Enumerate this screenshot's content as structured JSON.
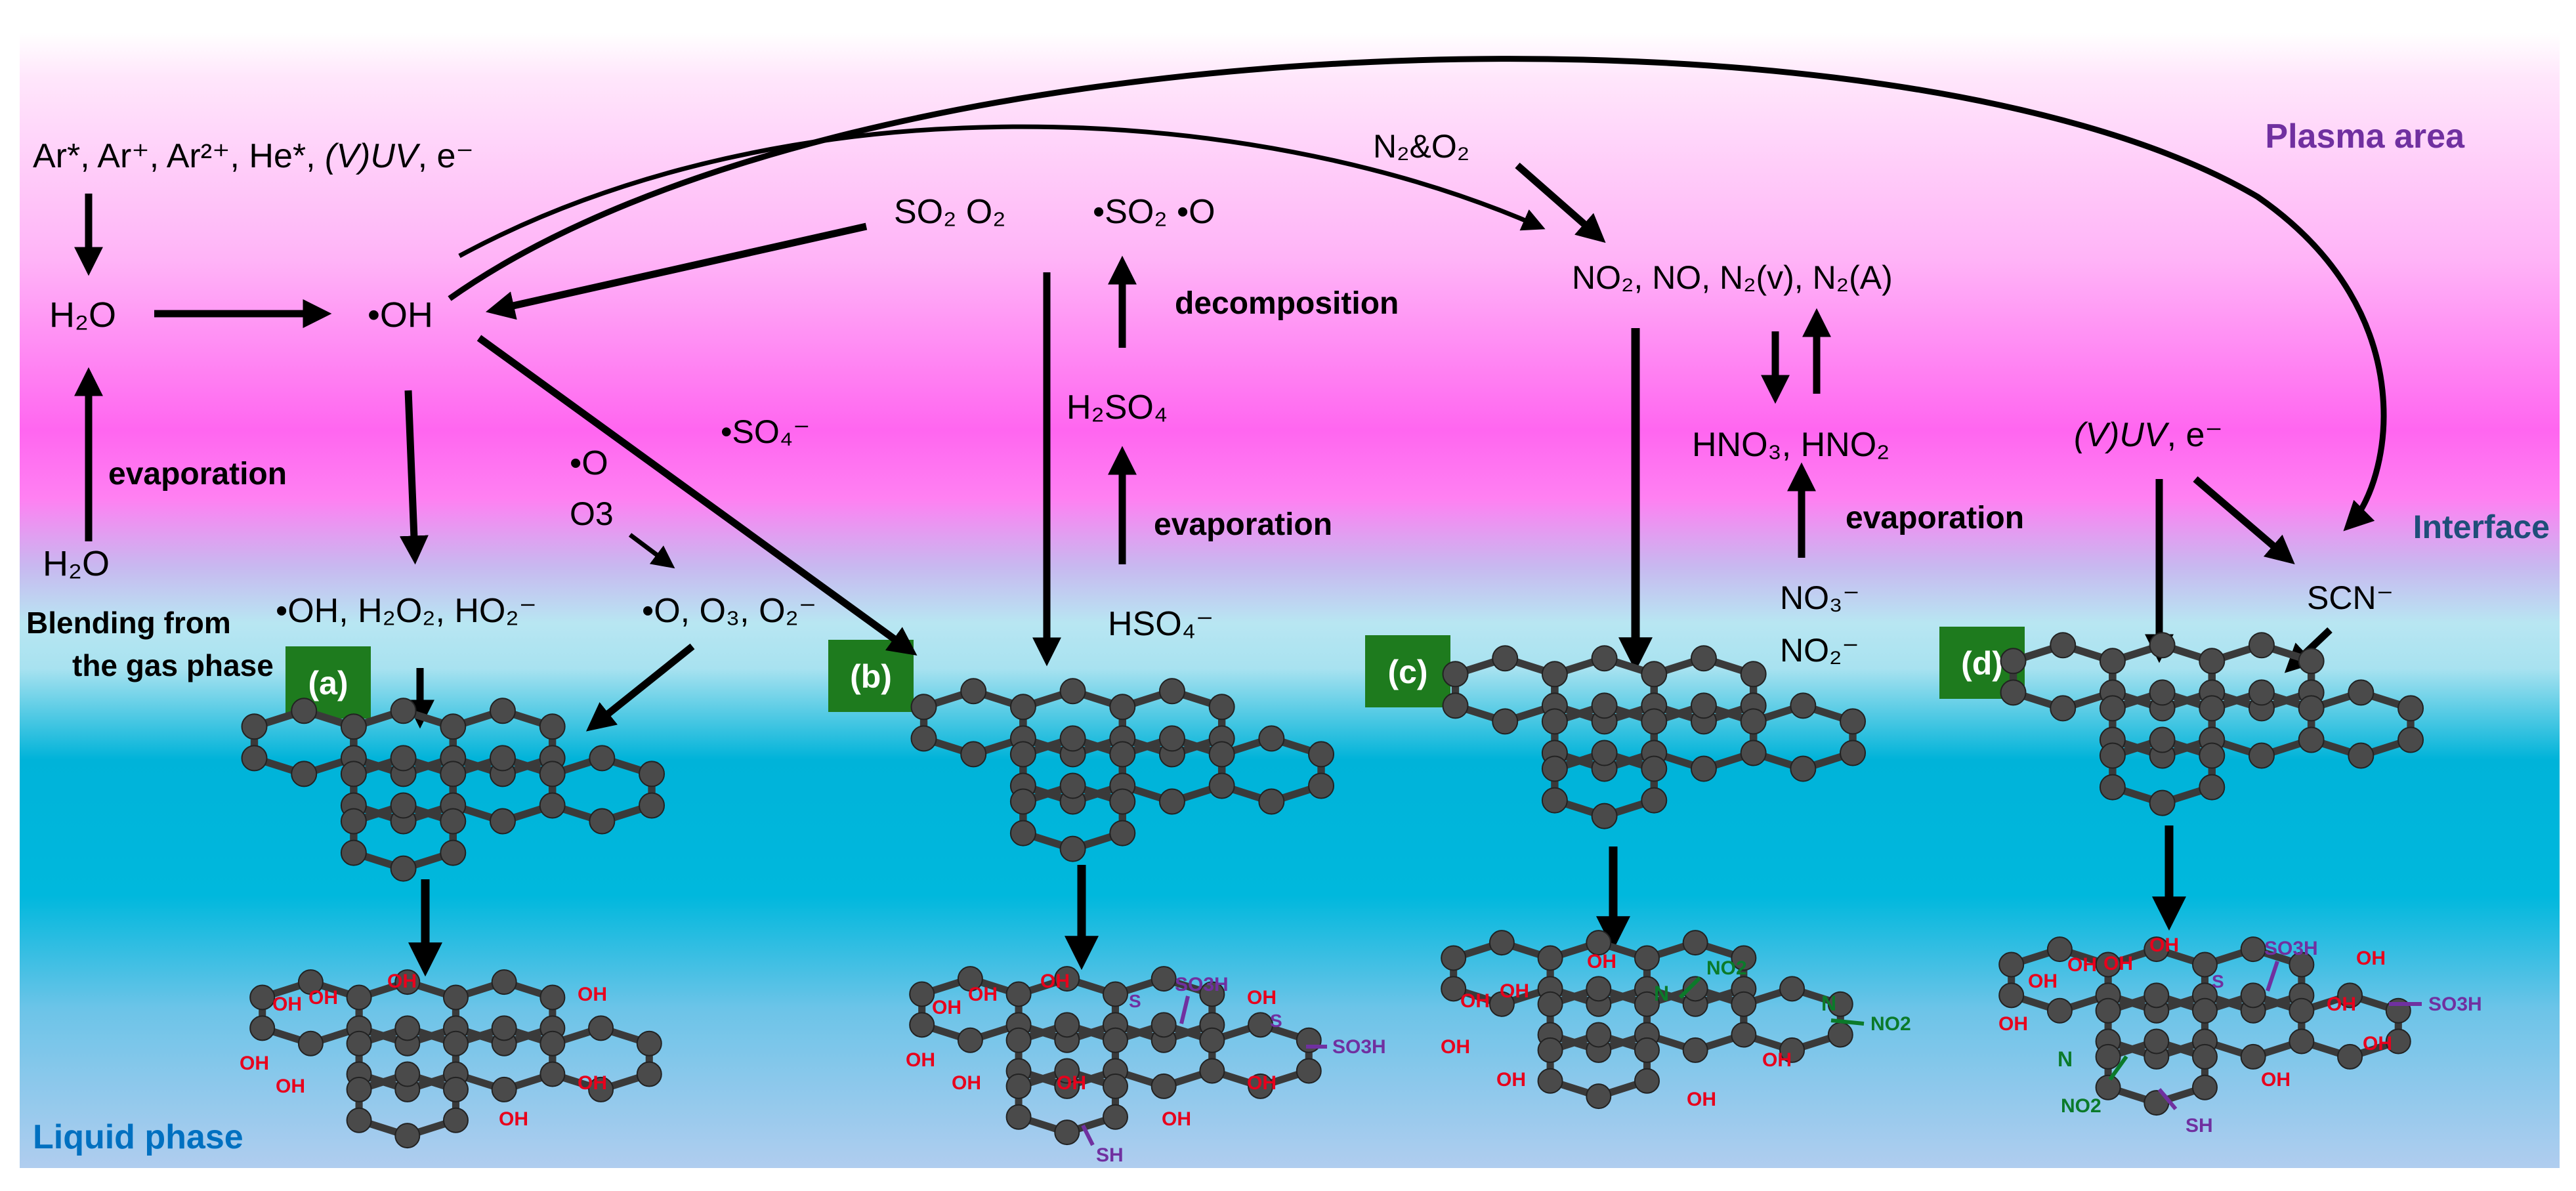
{
  "colors": {
    "plasma_top": "#ffffff",
    "plasma_mid": "#ff66f0",
    "interface": "#b8e6f2",
    "liquid": "#00b3d9",
    "liquid_bottom": "#b0cdef",
    "region_label_plasma": "#7030a0",
    "region_label_interface": "#1f4e79",
    "region_label_liquid": "#0070c0",
    "panel_badge_bg": "#1e7b1e",
    "oh_group": "#e8001c",
    "s_group": "#7030a0",
    "n_group": "#0b7a2a",
    "atom": "#4a4a4a"
  },
  "regions": {
    "plasma": "Plasma area",
    "interface": "Interface",
    "liquid": "Liquid phase"
  },
  "panels": {
    "a": "(a)",
    "b": "(b)",
    "c": "(c)",
    "d": "(d)"
  },
  "species": {
    "plasma_sources": {
      "ar_star": "Ar*, ",
      "ar_plus": "Ar⁺, ",
      "ar_2plus": "Ar²⁺, ",
      "he_star": "He*, ",
      "vuv": "(V)UV",
      "electron": ", e⁻"
    },
    "h2o_gas": "H₂O",
    "oh_radical": "•OH",
    "h2o_liquid": "H₂O",
    "blending": {
      "line1": "Blending from",
      "line2": "the gas phase"
    },
    "panel_a_products": "•OH, H₂O₂, HO₂⁻",
    "o_radical": "•O",
    "o3": "O3",
    "panel_a_oxygen": "•O, O₃, O₂⁻",
    "so4_radical": "•SO₄⁻",
    "so2_o2": "SO₂ O₂",
    "so2_o_radicals": "•SO₂ •O",
    "decomposition": "decomposition",
    "h2so4": "H₂SO₄",
    "hso4": "HSO₄⁻",
    "n2_o2": "N₂&O₂",
    "nox": "NO₂, NO, N₂(v), N₂(A)",
    "hno3_hno2": "HNO₃, HNO₂",
    "no3": "NO₃⁻",
    "no2_ion": "NO₂⁻",
    "vuv_d": "(V)UV",
    "electron_d": ", e⁻",
    "scn": "SCN⁻"
  },
  "processes": {
    "evaporation_a": "evaporation",
    "evaporation_b": "evaporation",
    "evaporation_c": "evaporation"
  },
  "functional_groups": {
    "a": {
      "oh": [
        "OH",
        "OH",
        "OH",
        "OH",
        "OH",
        "OH",
        "OH",
        "OH"
      ]
    },
    "b": {
      "oh": [
        "OH",
        "OH",
        "OH",
        "OH",
        "OH",
        "OH",
        "OH",
        "OH",
        "OH"
      ],
      "s": [
        "S",
        "S"
      ],
      "so3h": [
        "SO3H",
        "SO3H"
      ],
      "sh": [
        "SH"
      ]
    },
    "c": {
      "oh": [
        "OH",
        "OH",
        "OH",
        "OH",
        "OH",
        "OH",
        "OH"
      ],
      "n": [
        "N",
        "N"
      ],
      "no2": [
        "NO2",
        "NO2"
      ]
    },
    "d": {
      "oh": [
        "OH",
        "OH",
        "OH",
        "OH",
        "OH",
        "OH",
        "OH",
        "OH",
        "OH"
      ],
      "s": [
        "S"
      ],
      "so3h": [
        "SO3H",
        "SO3H"
      ],
      "n": [
        "N"
      ],
      "no2": [
        "NO2"
      ],
      "sh": [
        "SH"
      ]
    }
  }
}
